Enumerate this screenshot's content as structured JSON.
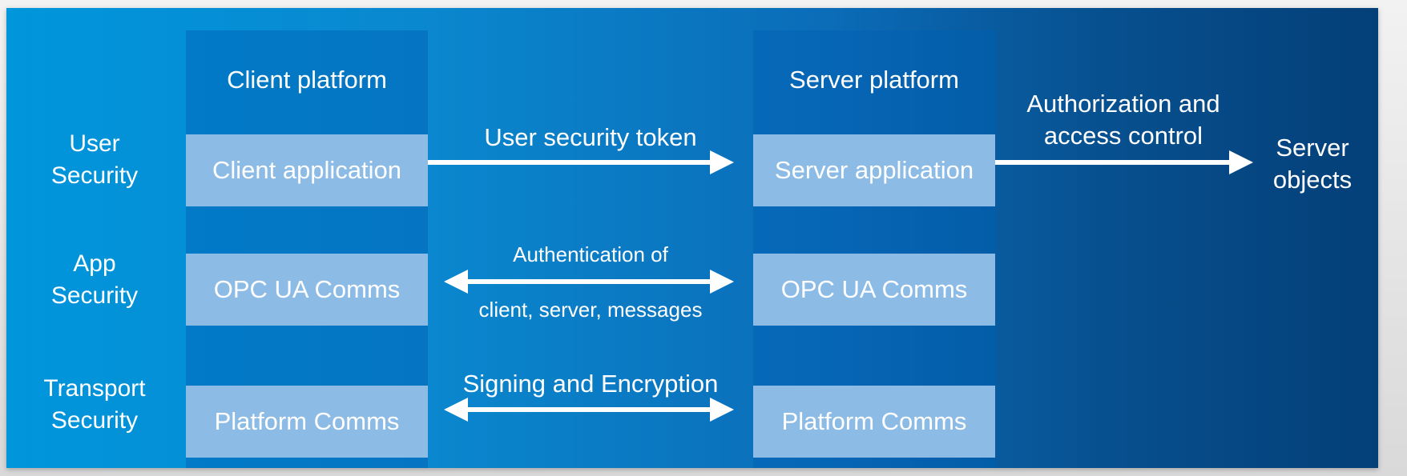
{
  "client": {
    "title": "Client platform",
    "application": "Client application",
    "opc_comms": "OPC UA Comms",
    "platform_comms": "Platform Comms"
  },
  "server": {
    "title": "Server platform",
    "application": "Server application",
    "opc_comms": "OPC UA Comms",
    "platform_comms": "Platform Comms"
  },
  "layers": {
    "user": {
      "line1": "User",
      "line2": "Security"
    },
    "app": {
      "line1": "App",
      "line2": "Security"
    },
    "transport": {
      "line1": "Transport",
      "line2": "Security"
    }
  },
  "connections": {
    "user_token": "User security token",
    "auth_top": "Authentication of",
    "auth_bottom": "client, server, messages",
    "signing": "Signing and Encryption",
    "authz_line1": "Authorization and",
    "authz_line2": "access control"
  },
  "objects": {
    "line1": "Server",
    "line2": "objects"
  },
  "colors": {
    "panel_start": "#0096dc",
    "panel_end": "#043f78",
    "box_fill": "#8cbbe6",
    "text": "#ffffff"
  }
}
